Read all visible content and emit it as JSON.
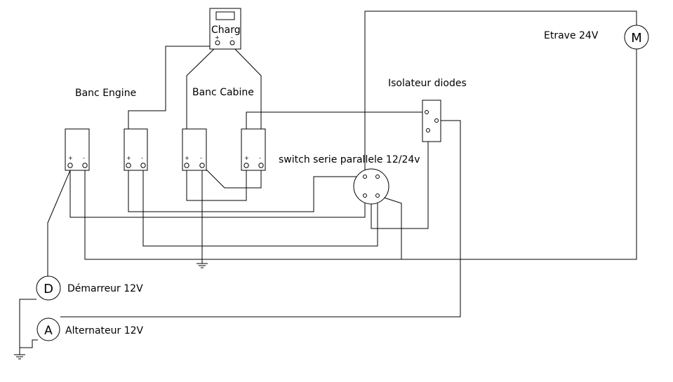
{
  "labels": {
    "charger": "Charg",
    "banc_engine": "Banc Engine",
    "banc_cabine": "Banc Cabine",
    "isolateur": "Isolateur diodes",
    "etrave": "Etrave 24V",
    "switch": "switch serie parallele 12/24v",
    "demarreur": "Démarreur 12V",
    "alternateur": "Alternateur 12V"
  },
  "symbols": {
    "motor": "M",
    "starter": "D",
    "alternator": "A"
  },
  "polarity": {
    "plus": "+",
    "minus": "-"
  }
}
